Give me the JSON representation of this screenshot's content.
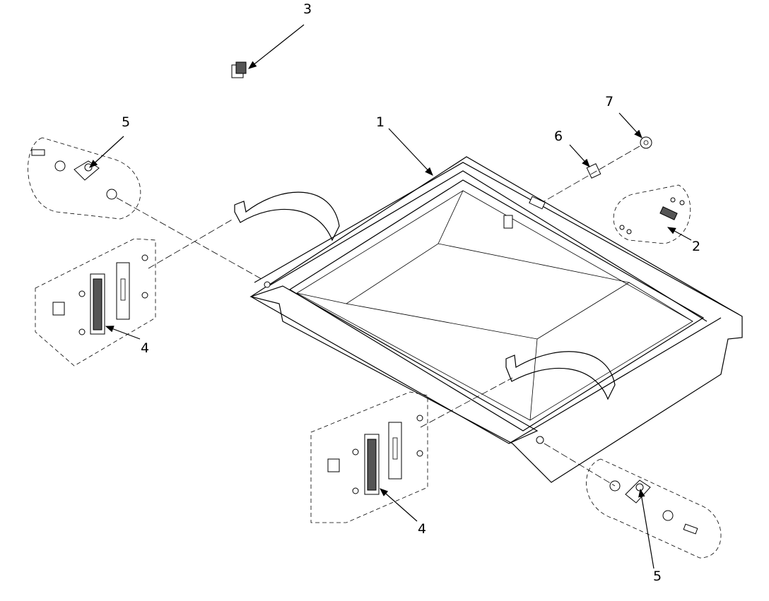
{
  "callouts": [
    {
      "id": "c3",
      "label": "3"
    },
    {
      "id": "c5a",
      "label": "5"
    },
    {
      "id": "c1",
      "label": "1"
    },
    {
      "id": "c6",
      "label": "6"
    },
    {
      "id": "c7",
      "label": "7"
    },
    {
      "id": "c2",
      "label": "2"
    },
    {
      "id": "c4a",
      "label": "4"
    },
    {
      "id": "c4b",
      "label": "4"
    },
    {
      "id": "c5b",
      "label": "5"
    }
  ]
}
